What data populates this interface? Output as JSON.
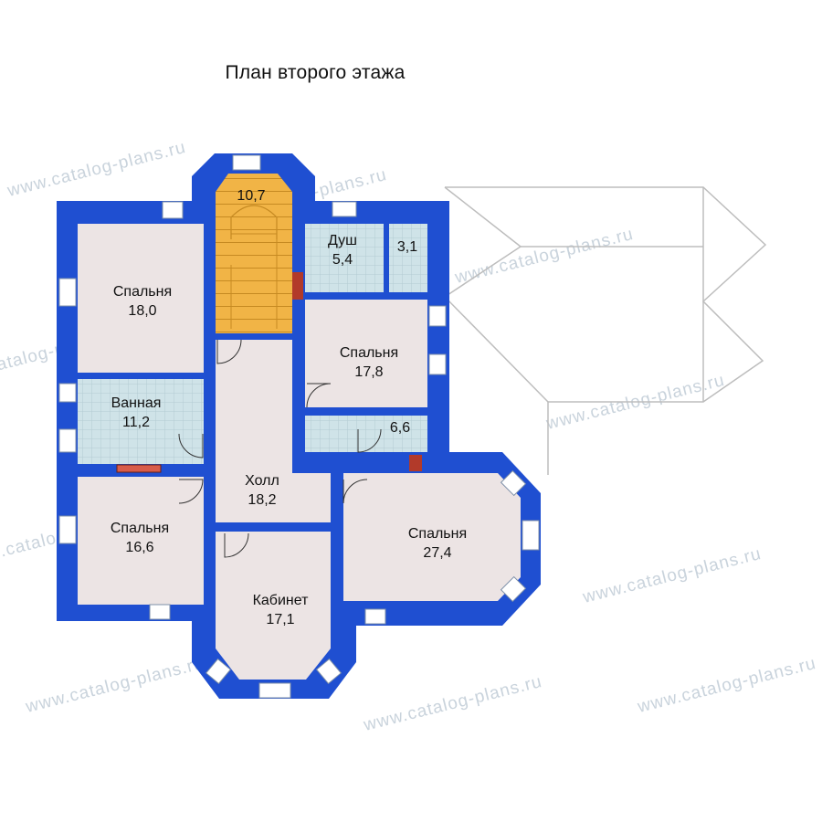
{
  "title": "План второго этажа",
  "watermark": "www.catalog-plans.ru",
  "colors": {
    "wall": "#1f4fd1",
    "room": "#ece4e4",
    "wet_room": "#cfe3e8",
    "stair": "#f1b446",
    "roof_line": "#bdbdbd"
  },
  "rooms": {
    "bedroom_nw": {
      "name": "Спальня",
      "area": "18,0"
    },
    "bedroom_ne": {
      "name": "Спальня",
      "area": "17,8"
    },
    "bedroom_sw": {
      "name": "Спальня",
      "area": "16,6"
    },
    "bedroom_se": {
      "name": "Спальня",
      "area": "27,4"
    },
    "bathroom": {
      "name": "Ванная",
      "area": "11,2"
    },
    "shower": {
      "name": "Душ",
      "area": "5,4"
    },
    "hall": {
      "name": "Холл",
      "area": "18,2"
    },
    "study": {
      "name": "Кабинет",
      "area": "17,1"
    },
    "stairs": {
      "area": "10,7"
    },
    "wc": {
      "area": "3,1"
    },
    "storage": {
      "area": "6,6"
    }
  }
}
